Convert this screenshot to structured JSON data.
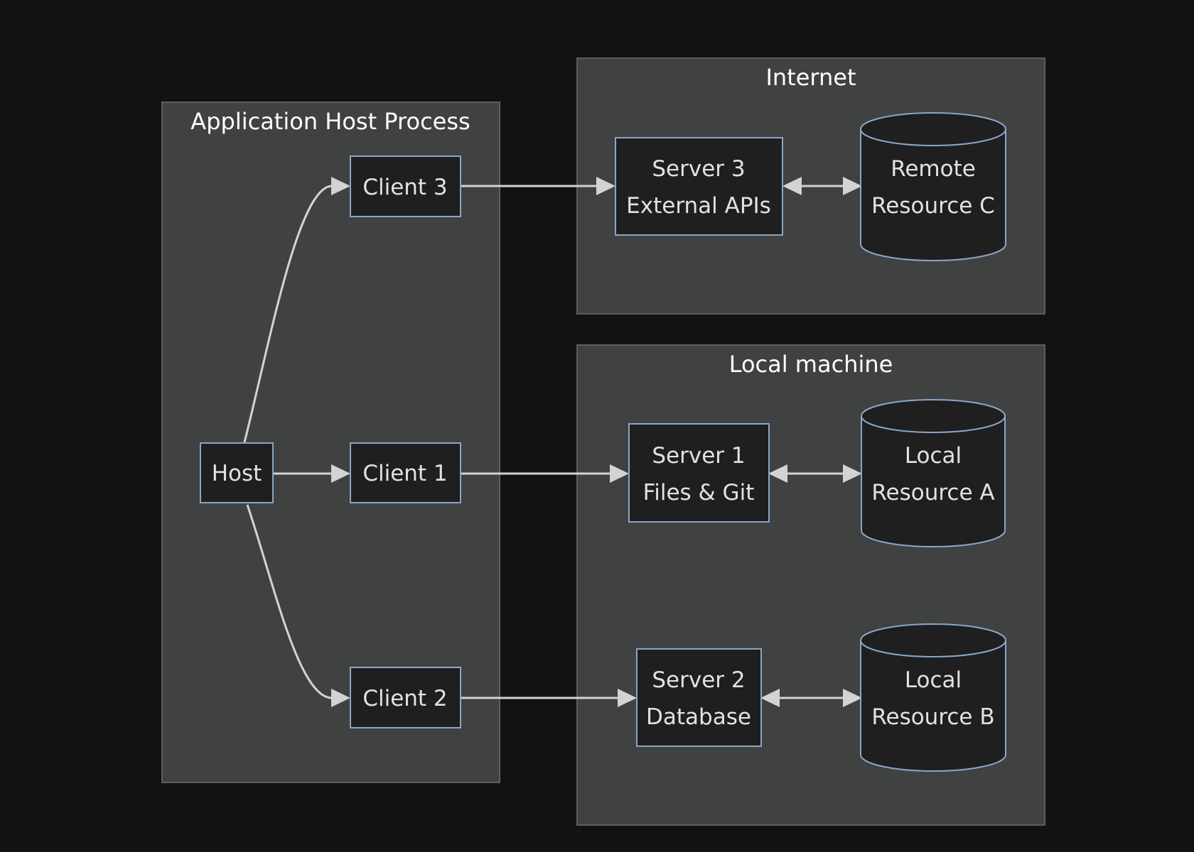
{
  "groups": {
    "app_host": {
      "title": "Application Host Process"
    },
    "internet": {
      "title": "Internet"
    },
    "local": {
      "title": "Local machine"
    }
  },
  "nodes": {
    "host": {
      "lines": [
        "Host"
      ]
    },
    "client1": {
      "lines": [
        "Client 1"
      ]
    },
    "client2": {
      "lines": [
        "Client 2"
      ]
    },
    "client3": {
      "lines": [
        "Client 3"
      ]
    },
    "server1": {
      "lines": [
        "Server 1",
        "Files & Git"
      ]
    },
    "server2": {
      "lines": [
        "Server 2",
        "Database"
      ]
    },
    "server3": {
      "lines": [
        "Server 3",
        "External APIs"
      ]
    },
    "resA": {
      "lines": [
        "Local",
        "Resource A"
      ]
    },
    "resB": {
      "lines": [
        "Local",
        "Resource B"
      ]
    },
    "resC": {
      "lines": [
        "Remote",
        "Resource C"
      ]
    }
  },
  "edges": [
    {
      "from": "host",
      "to": "client1",
      "bidirectional": false
    },
    {
      "from": "host",
      "to": "client2",
      "bidirectional": false
    },
    {
      "from": "host",
      "to": "client3",
      "bidirectional": false
    },
    {
      "from": "client1",
      "to": "server1",
      "bidirectional": false
    },
    {
      "from": "client2",
      "to": "server2",
      "bidirectional": false
    },
    {
      "from": "client3",
      "to": "server3",
      "bidirectional": false
    },
    {
      "from": "server1",
      "to": "resA",
      "bidirectional": true
    },
    {
      "from": "server2",
      "to": "resB",
      "bidirectional": true
    },
    {
      "from": "server3",
      "to": "resC",
      "bidirectional": true
    }
  ],
  "colors": {
    "background": "#121212",
    "group_fill": "#404141",
    "node_fill": "#1f1f1f",
    "node_stroke": "#8aa6c9",
    "edge": "#d3d3d3"
  }
}
